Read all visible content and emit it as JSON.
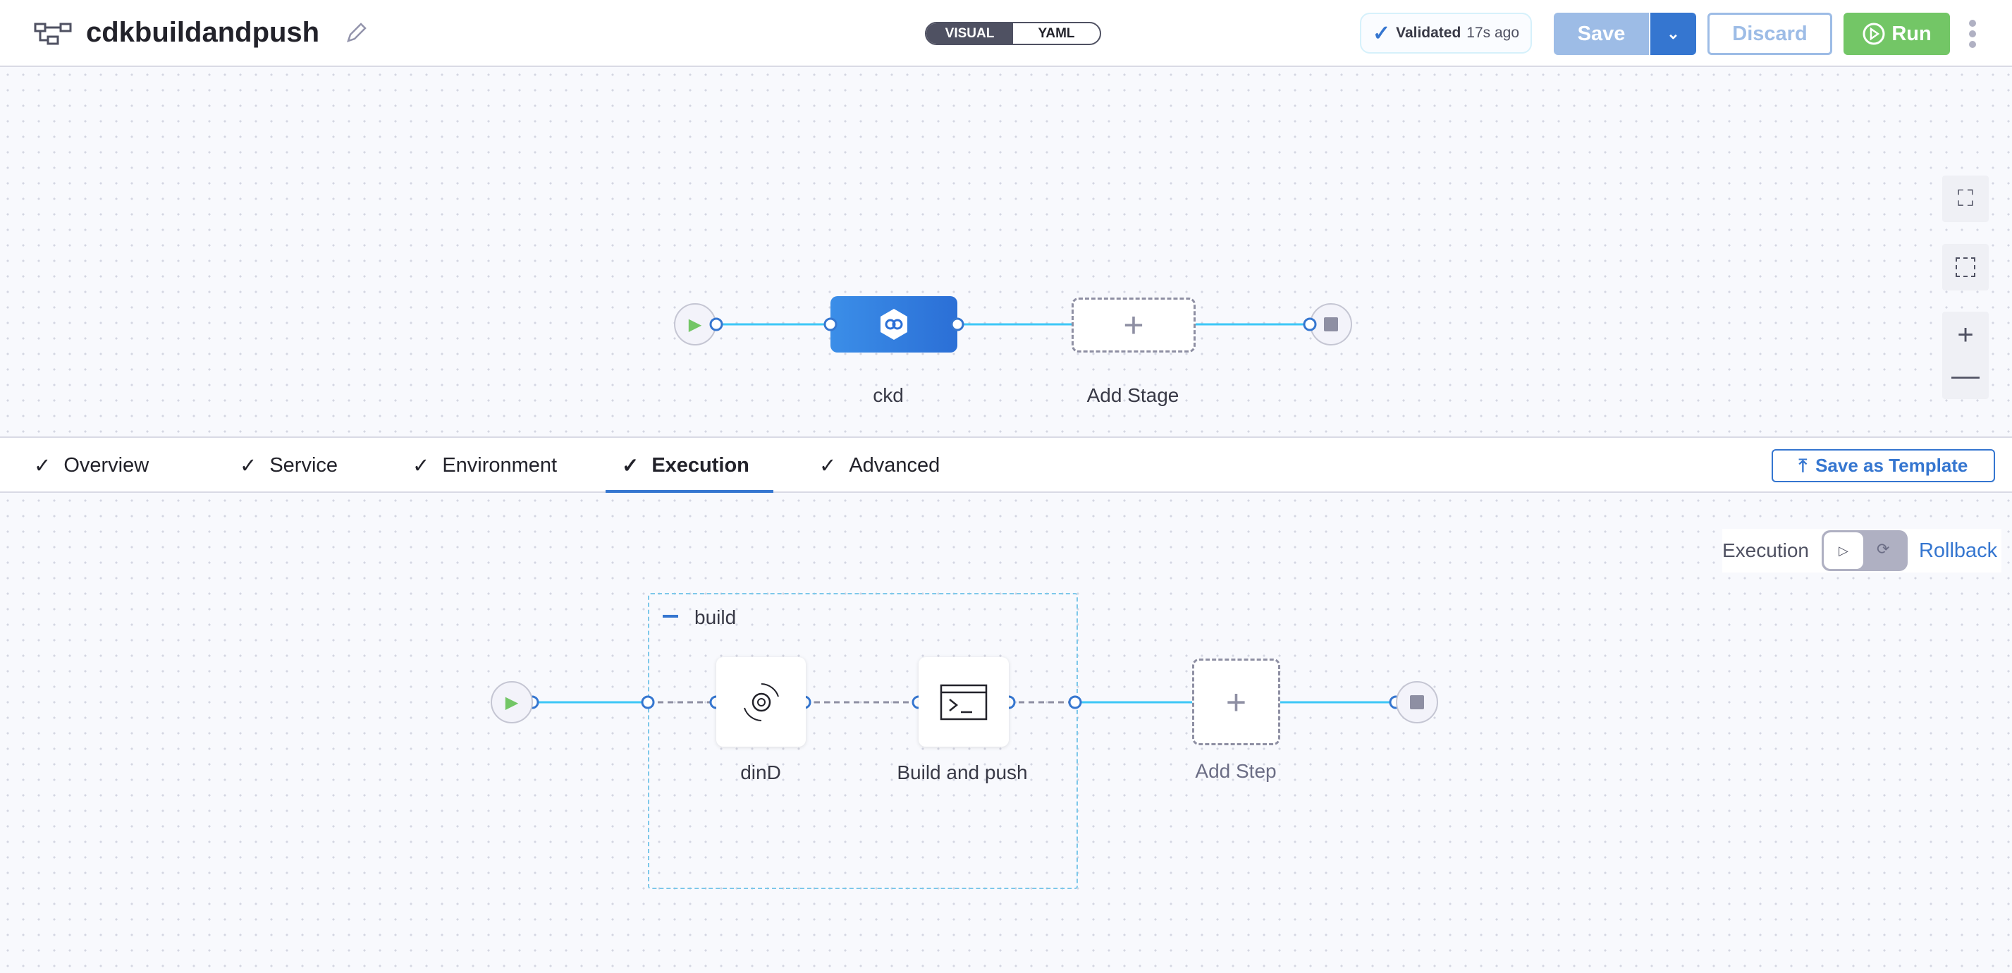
{
  "header": {
    "title": "cdkbuildandpush",
    "view_toggle": {
      "options": [
        "VISUAL",
        "YAML"
      ],
      "selected": "VISUAL"
    },
    "validation": {
      "status": "Validated",
      "time": "17s ago"
    },
    "save_label": "Save",
    "discard_label": "Discard",
    "run_label": "Run"
  },
  "pipeline": {
    "stages": [
      {
        "name": "ckd"
      }
    ],
    "add_stage_label": "Add Stage"
  },
  "tabs": [
    {
      "label": "Overview",
      "done": true
    },
    {
      "label": "Service",
      "done": true
    },
    {
      "label": "Environment",
      "done": true
    },
    {
      "label": "Execution",
      "done": true,
      "active": true
    },
    {
      "label": "Advanced",
      "done": true
    }
  ],
  "save_template_label": "Save as Template",
  "execution": {
    "mode_label": "Execution",
    "rollback_label": "Rollback",
    "group": {
      "name": "build"
    },
    "steps": [
      {
        "name": "dinD",
        "icon": "gear-cycle-icon"
      },
      {
        "name": "Build and push",
        "icon": "terminal-icon"
      }
    ],
    "add_step_label": "Add Step"
  },
  "colors": {
    "accent": "#0278d5",
    "primary": "#3576d0",
    "run": "#73c666",
    "link": "#3dc7f6"
  }
}
